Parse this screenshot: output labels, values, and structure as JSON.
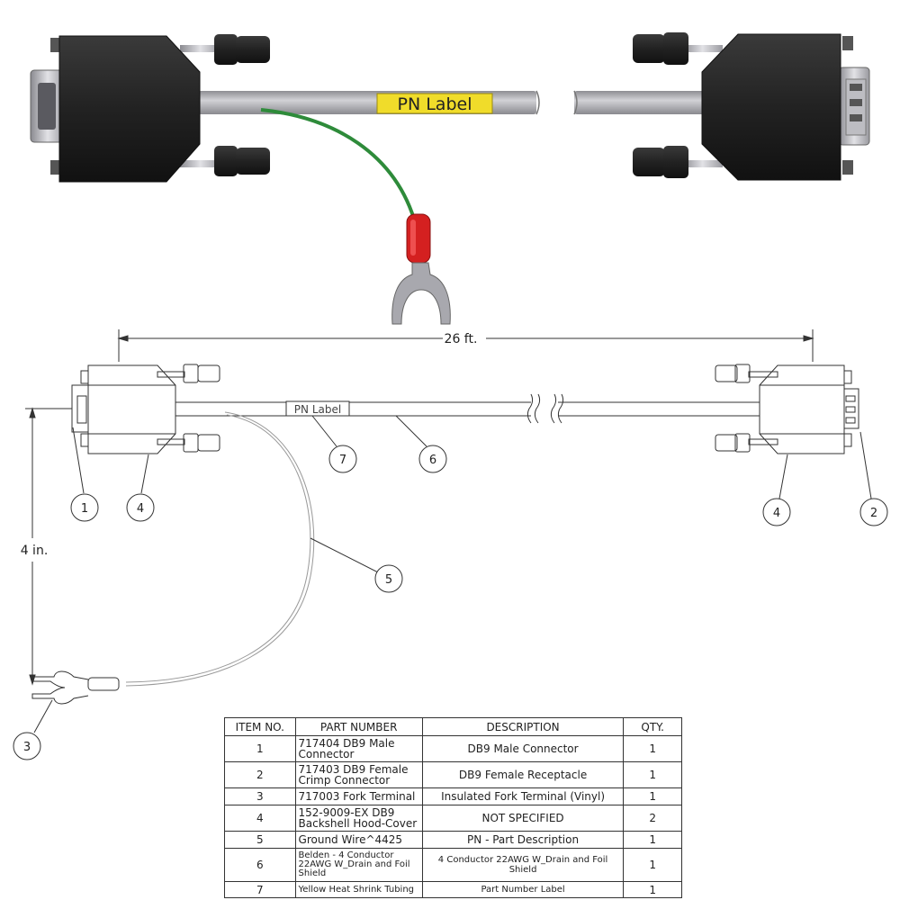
{
  "render": {
    "pn_label_text": "PN Label",
    "pn_label_small_text": "PN Label"
  },
  "dimensions": {
    "length": "26 ft.",
    "ground_length": "4 in."
  },
  "balloons": [
    "1",
    "2",
    "3",
    "4",
    "4",
    "5",
    "6",
    "7"
  ],
  "colors": {
    "connector_body": "#2b2b2b",
    "cable_gray": "#b4b4b8",
    "ground_wire": "#2e8b3a",
    "fork_insulation": "#d42020",
    "label_yellow": "#f0dc2a"
  },
  "bom": {
    "headers": [
      "ITEM NO.",
      "PART NUMBER",
      "DESCRIPTION",
      "QTY."
    ],
    "rows": [
      {
        "item": "1",
        "part": "717404 DB9 Male Connector",
        "desc": "DB9 Male Connector",
        "qty": "1"
      },
      {
        "item": "2",
        "part": "717403 DB9 Female Crimp Connector",
        "desc": "DB9 Female Receptacle",
        "qty": "1"
      },
      {
        "item": "3",
        "part": "717003 Fork Terminal",
        "desc": "Insulated Fork Terminal (Vinyl)",
        "qty": "1"
      },
      {
        "item": "4",
        "part": "152-9009-EX DB9 Backshell Hood-Cover",
        "desc": "NOT SPECIFIED",
        "qty": "2"
      },
      {
        "item": "5",
        "part": "Ground Wire^4425",
        "desc": "PN - Part Description",
        "qty": "1"
      },
      {
        "item": "6",
        "part": "Belden - 4 Conductor 22AWG W_Drain and Foil Shield",
        "desc": "4 Conductor 22AWG W_Drain and Foil Shield",
        "qty": "1"
      },
      {
        "item": "7",
        "part": "Yellow Heat Shrink Tubing",
        "desc": "Part Number Label",
        "qty": "1"
      }
    ]
  }
}
